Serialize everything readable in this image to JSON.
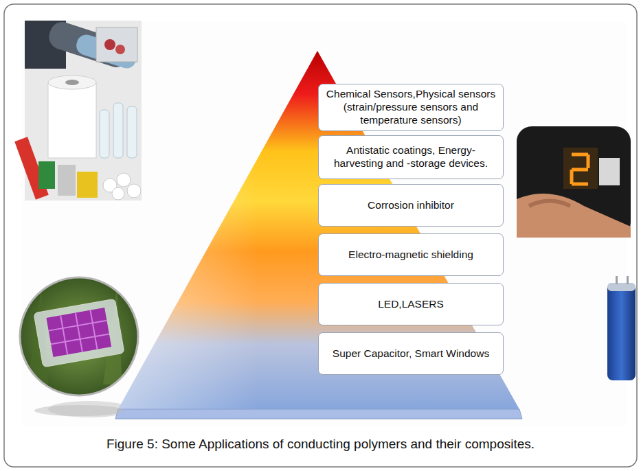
{
  "diagram": {
    "caption": "Figure 5: Some Applications of conducting polymers and their composites.",
    "nodes": [
      {
        "text": [
          "Chemical Sensors,Physical sensors (strain/pressure sensors and temperature sensors)"
        ]
      },
      {
        "text": [
          "Antistatic coatings, Energy-harvesting and -storage devices."
        ]
      },
      {
        "text": [
          "Corrosion inhibitor"
        ]
      },
      {
        "text": [
          "Electro-magnetic shielding"
        ]
      },
      {
        "text": [
          "LED,LASERS"
        ]
      },
      {
        "text": [
          "Super Capacitor, Smart Windows"
        ]
      }
    ]
  }
}
